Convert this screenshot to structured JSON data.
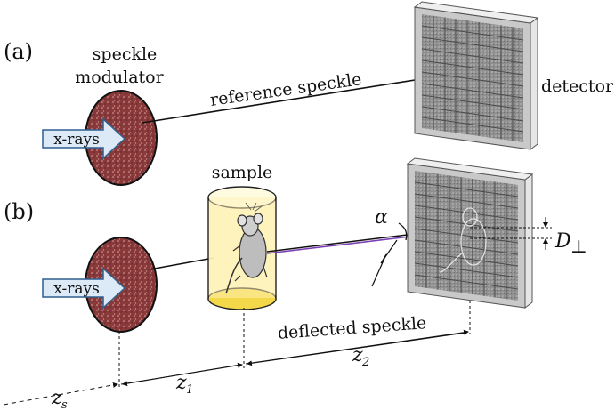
{
  "panel_a": {
    "label": "(a)",
    "modulator_line1": "speckle",
    "modulator_line2": "modulator",
    "beam_label": "x-rays",
    "reference_label": "reference speckle",
    "detector_label": "detector"
  },
  "panel_b": {
    "label": "(b)",
    "beam_label": "x-rays",
    "sample_label": "sample",
    "alpha_symbol": "α",
    "deflection_symbol": "D",
    "deflection_subscript": "⊥",
    "deflected_label": "deflected speckle"
  },
  "distances": {
    "zs": "z",
    "zs_sub": "s",
    "z1": "z",
    "z1_sub": "1",
    "z2": "z",
    "z2_sub": "2"
  },
  "colors": {
    "modulator": "#8a3a3a",
    "beam_fill": "#dce9f6",
    "beam_stroke": "#2f5f8f",
    "detector_frame": "#d8d8d8",
    "detector_grid": "#7a7a7a",
    "sample_fill": "#fff2b8",
    "deflected_ray": "#7b3fb5"
  }
}
